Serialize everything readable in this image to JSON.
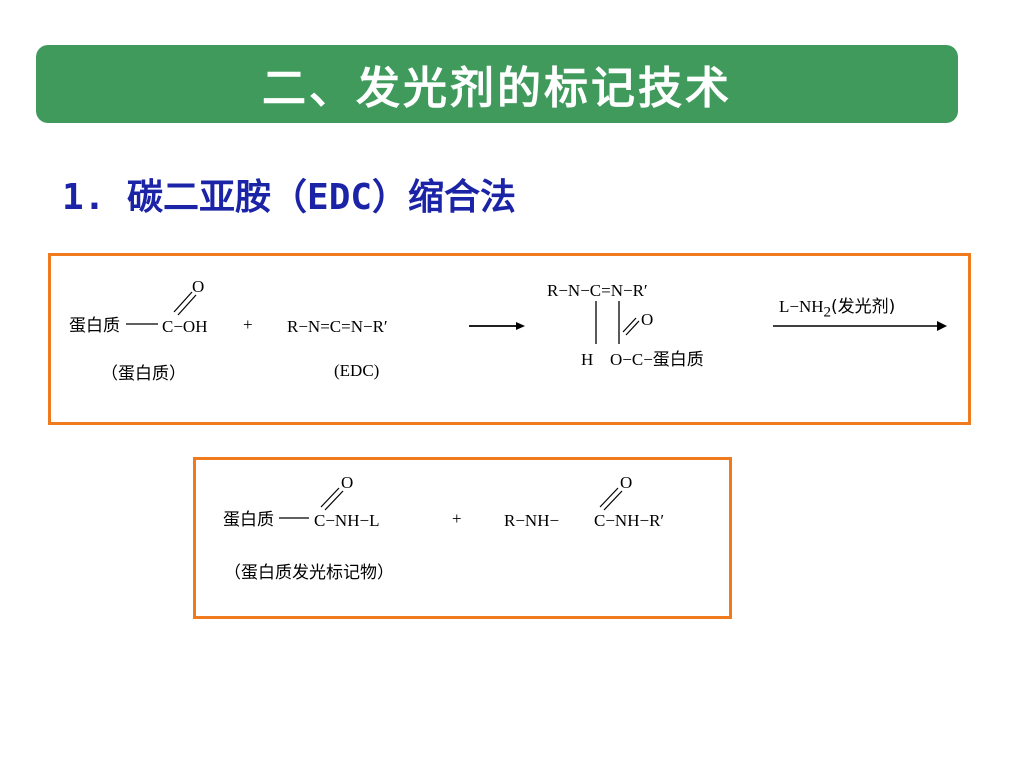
{
  "title": "二、发光剂的标记技术",
  "section_heading": "1. 碳二亚胺（EDC）缩合法",
  "colors": {
    "banner": "#3f9a5c",
    "heading": "#1b23a6",
    "box_border": "#f07a1e"
  },
  "reaction1": {
    "protein": "蛋白质",
    "carbonyl_o": "O",
    "carboxyl": "C−OH",
    "plus": "+",
    "edc_formula": "R−N=C=N−R′",
    "protein_caption": "（蛋白质）",
    "edc_caption": "(EDC)",
    "intermediate_top": "R−N−C=N−R′",
    "intermediate_h": "H",
    "intermediate_o": "O",
    "intermediate_bottom": "O−C−蛋白质",
    "reagent_prefix": "L−NH",
    "reagent_sub": "2",
    "reagent_suffix": "(发光剂)"
  },
  "reaction2": {
    "protein": "蛋白质",
    "carbonyl_o": "O",
    "amide": "C−NH−L",
    "plus": "+",
    "urea_left": "R−NH−",
    "urea_o": "O",
    "urea_right": "C−NH−R′",
    "product_caption": "（蛋白质发光标记物）"
  }
}
